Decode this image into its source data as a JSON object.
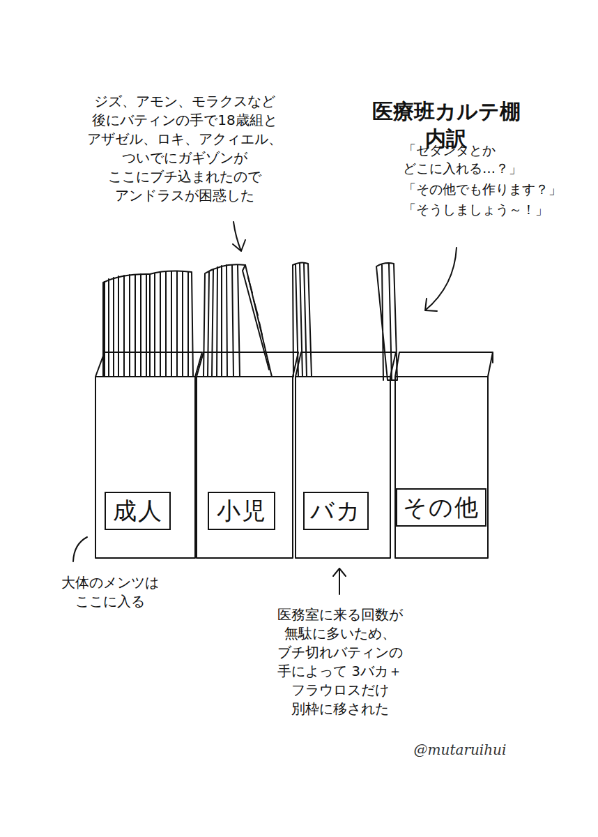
{
  "diagram": {
    "title": "医療班カルテ棚 内訳",
    "nodes": [
      {
        "text": [
          "成人"
        ]
      },
      {
        "text": [
          "小児"
        ]
      },
      {
        "text": [
          "バカ"
        ]
      },
      {
        "text": [
          "その他"
        ]
      }
    ],
    "labels": [
      "ジズ、アモン、モラクスなど 後にバティンの手で18歳組と アザゼル、ロキ、アクィエル、 ついでにガギゾンが ここにブチ込まれたので アンドラスが困惑した",
      "「セタンタとか どこに入れる…？」",
      "「その他でも作ります？」",
      "「そうしましょう～！」",
      "大体のメンツは ここに入る",
      "医務室に来る回数が 無駄に多いため、 ブチ切れバティンの 手によって 3バカ＋フラウロスだけ 別枠に移された",
      "@mutaruihui"
    ]
  }
}
